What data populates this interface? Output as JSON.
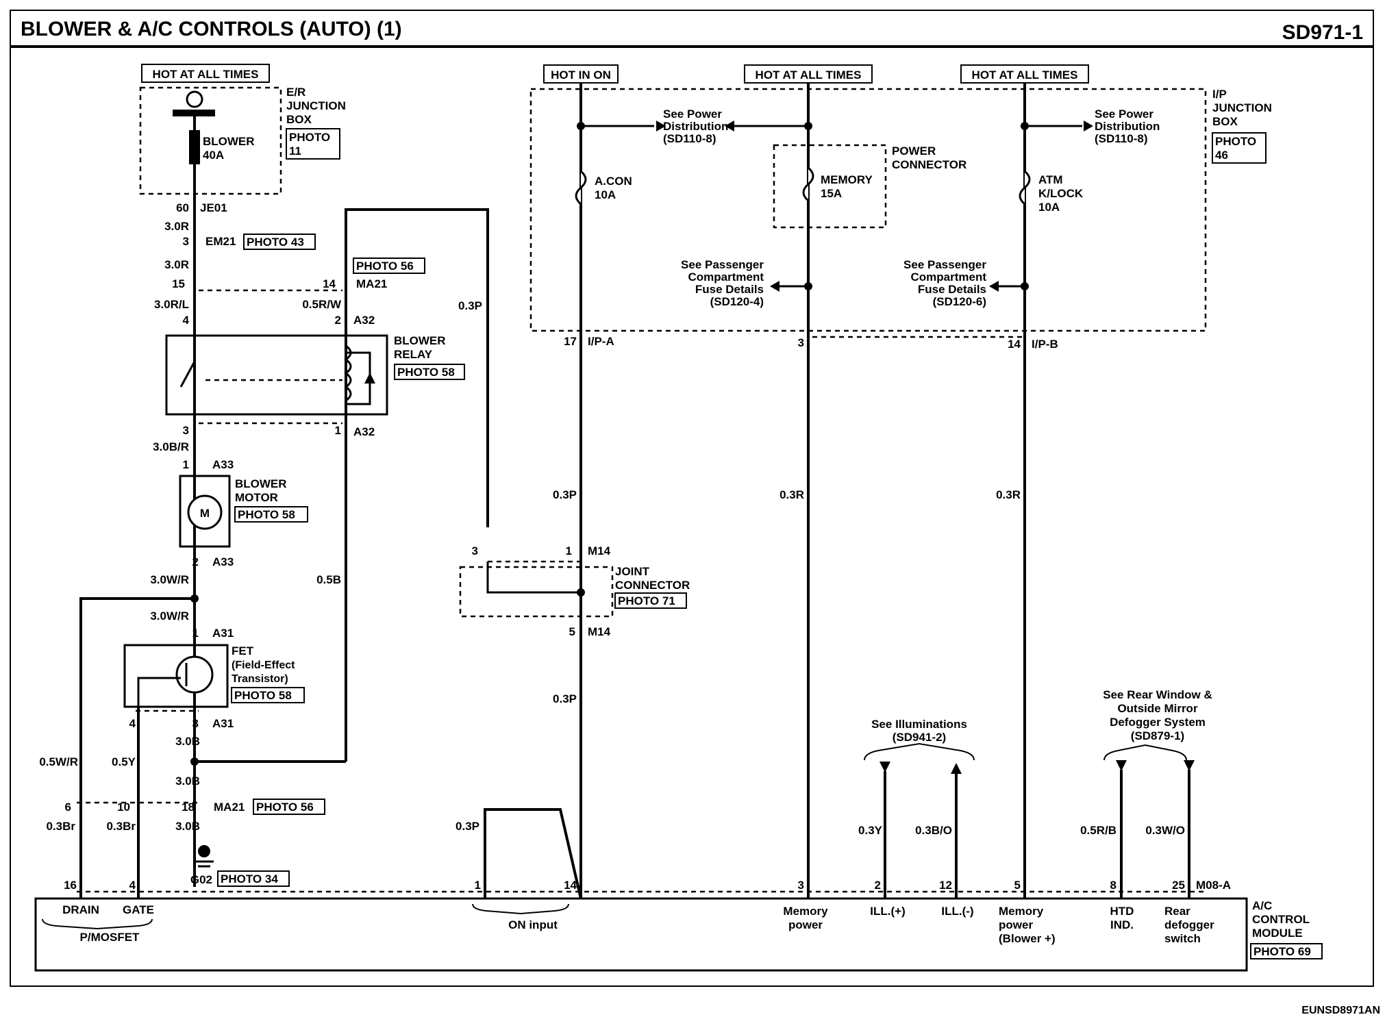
{
  "header": {
    "title": "BLOWER & A/C CONTROLS (AUTO) (1)",
    "page_code": "SD971-1"
  },
  "footer": {
    "code": "EUNSD8971AN"
  },
  "power": {
    "left_hot": "HOT AT ALL TIMES",
    "hot_in_on": "HOT IN ON",
    "mid_hot": "HOT AT ALL TIMES",
    "right_hot": "HOT AT ALL TIMES"
  },
  "er_box": {
    "title": [
      "E/R",
      "JUNCTION",
      "BOX"
    ],
    "photo": [
      "PHOTO",
      "11"
    ],
    "fuse_name": "BLOWER",
    "fuse_rating": "40A"
  },
  "ip_box": {
    "title": [
      "I/P",
      "JUNCTION",
      "BOX"
    ],
    "photo": [
      "PHOTO",
      "46"
    ]
  },
  "fuses": {
    "acon": [
      "A.CON",
      "10A"
    ],
    "memory": [
      "MEMORY",
      "15A"
    ],
    "atm": [
      "ATM",
      "K/LOCK",
      "10A"
    ]
  },
  "power_connector": [
    "POWER",
    "CONNECTOR"
  ],
  "refs": {
    "power_dist_left": [
      "See Power",
      "Distribution",
      "(SD110-8)"
    ],
    "power_dist_right": [
      "See Power",
      "Distribution",
      "(SD110-8)"
    ],
    "pass_fuse_left": [
      "See Passenger",
      "Compartment",
      "Fuse Details",
      "(SD120-4)"
    ],
    "pass_fuse_right": [
      "See Passenger",
      "Compartment",
      "Fuse Details",
      "(SD120-6)"
    ],
    "illum": [
      "See Illuminations",
      "(SD941-2)"
    ],
    "rear_window": [
      "See Rear Window &",
      "Outside Mirror",
      "Defogger System",
      "(SD879-1)"
    ]
  },
  "connectors": {
    "je01": "JE01",
    "je01_pin": "60",
    "em21": "EM21",
    "em21_pin": "3",
    "em21_photo": "PHOTO 43",
    "ma21": "MA21",
    "ma21_pin_a": "15",
    "ma21_pin_b": "14",
    "ma21_photo": "PHOTO 56",
    "a32": "A32",
    "a32_pin_4": "4",
    "a32_pin_2": "2",
    "a32_pin_3": "3",
    "a32_pin_1": "1",
    "a33": "A33",
    "a33_pin_1": "1",
    "a33_pin_2": "2",
    "a31": "A31",
    "a31_pin_1": "1",
    "a31_pin_4": "4",
    "a31_pin_3": "3",
    "ma21_b": "MA21",
    "ma21_pin_6": "6",
    "ma21_pin_10": "10",
    "ma21_pin_18": "18",
    "ma21_b_photo": "PHOTO 56",
    "ipa": "I/P-A",
    "ipa_pin": "17",
    "ip_mid_pin": "3",
    "ipb": "I/P-B",
    "ipb_pin": "14",
    "m14": "M14",
    "m14_pin_3": "3",
    "m14_pin_1": "1",
    "m14_pin_5": "5",
    "g02": "G02",
    "g02_photo": "PHOTO 34",
    "m08": "M08-A"
  },
  "wires": {
    "w30r_a": "3.0R",
    "w30r_b": "3.0R",
    "w30rl": "3.0R/L",
    "w05rw": "0.5R/W",
    "w30br": "3.0B/R",
    "w30wr_a": "3.0W/R",
    "w30wr_b": "3.0W/R",
    "w05b": "0.5B",
    "w30b_a": "3.0B",
    "w30b_b": "3.0B",
    "w30b_c": "3.0B",
    "w05wr": "0.5W/R",
    "w05y": "0.5Y",
    "w03br_a": "0.3Br",
    "w03br_b": "0.3Br",
    "w03p_a": "0.3P",
    "w03p_b": "0.3P",
    "w03p_c": "0.3P",
    "w03p_d": "0.3P",
    "w03r_a": "0.3R",
    "w03r_b": "0.3R",
    "w03y": "0.3Y",
    "w03bo": "0.3B/O",
    "w05rb": "0.5R/B",
    "w03wo": "0.3W/O"
  },
  "blower_relay": {
    "name": [
      "BLOWER",
      "RELAY"
    ],
    "photo": "PHOTO 58"
  },
  "blower_motor": {
    "name": [
      "BLOWER",
      "MOTOR"
    ],
    "photo": "PHOTO 58",
    "symbol": "M"
  },
  "fet": {
    "name": [
      "FET",
      "(Field-Effect",
      "Transistor)"
    ],
    "photo": "PHOTO 58"
  },
  "joint_connector": {
    "name": [
      "JOINT",
      "CONNECTOR"
    ],
    "photo": "PHOTO 71"
  },
  "module": {
    "name": [
      "A/C",
      "CONTROL",
      "MODULE"
    ],
    "photo": "PHOTO 69",
    "pins": [
      "16",
      "4",
      "1",
      "14",
      "3",
      "2",
      "12",
      "5",
      "8",
      "25"
    ],
    "drain": "DRAIN",
    "gate": "GATE",
    "pmosfet": "P/MOSFET",
    "on_input": "ON input",
    "memory_power": [
      "Memory",
      "power"
    ],
    "ill_plus": "ILL.(+)",
    "ill_minus": "ILL.(-)",
    "memory_power_blower": [
      "Memory",
      "power",
      "(Blower +)"
    ],
    "htd": [
      "HTD",
      "IND."
    ],
    "rear_def": [
      "Rear",
      "defogger",
      "switch"
    ]
  }
}
